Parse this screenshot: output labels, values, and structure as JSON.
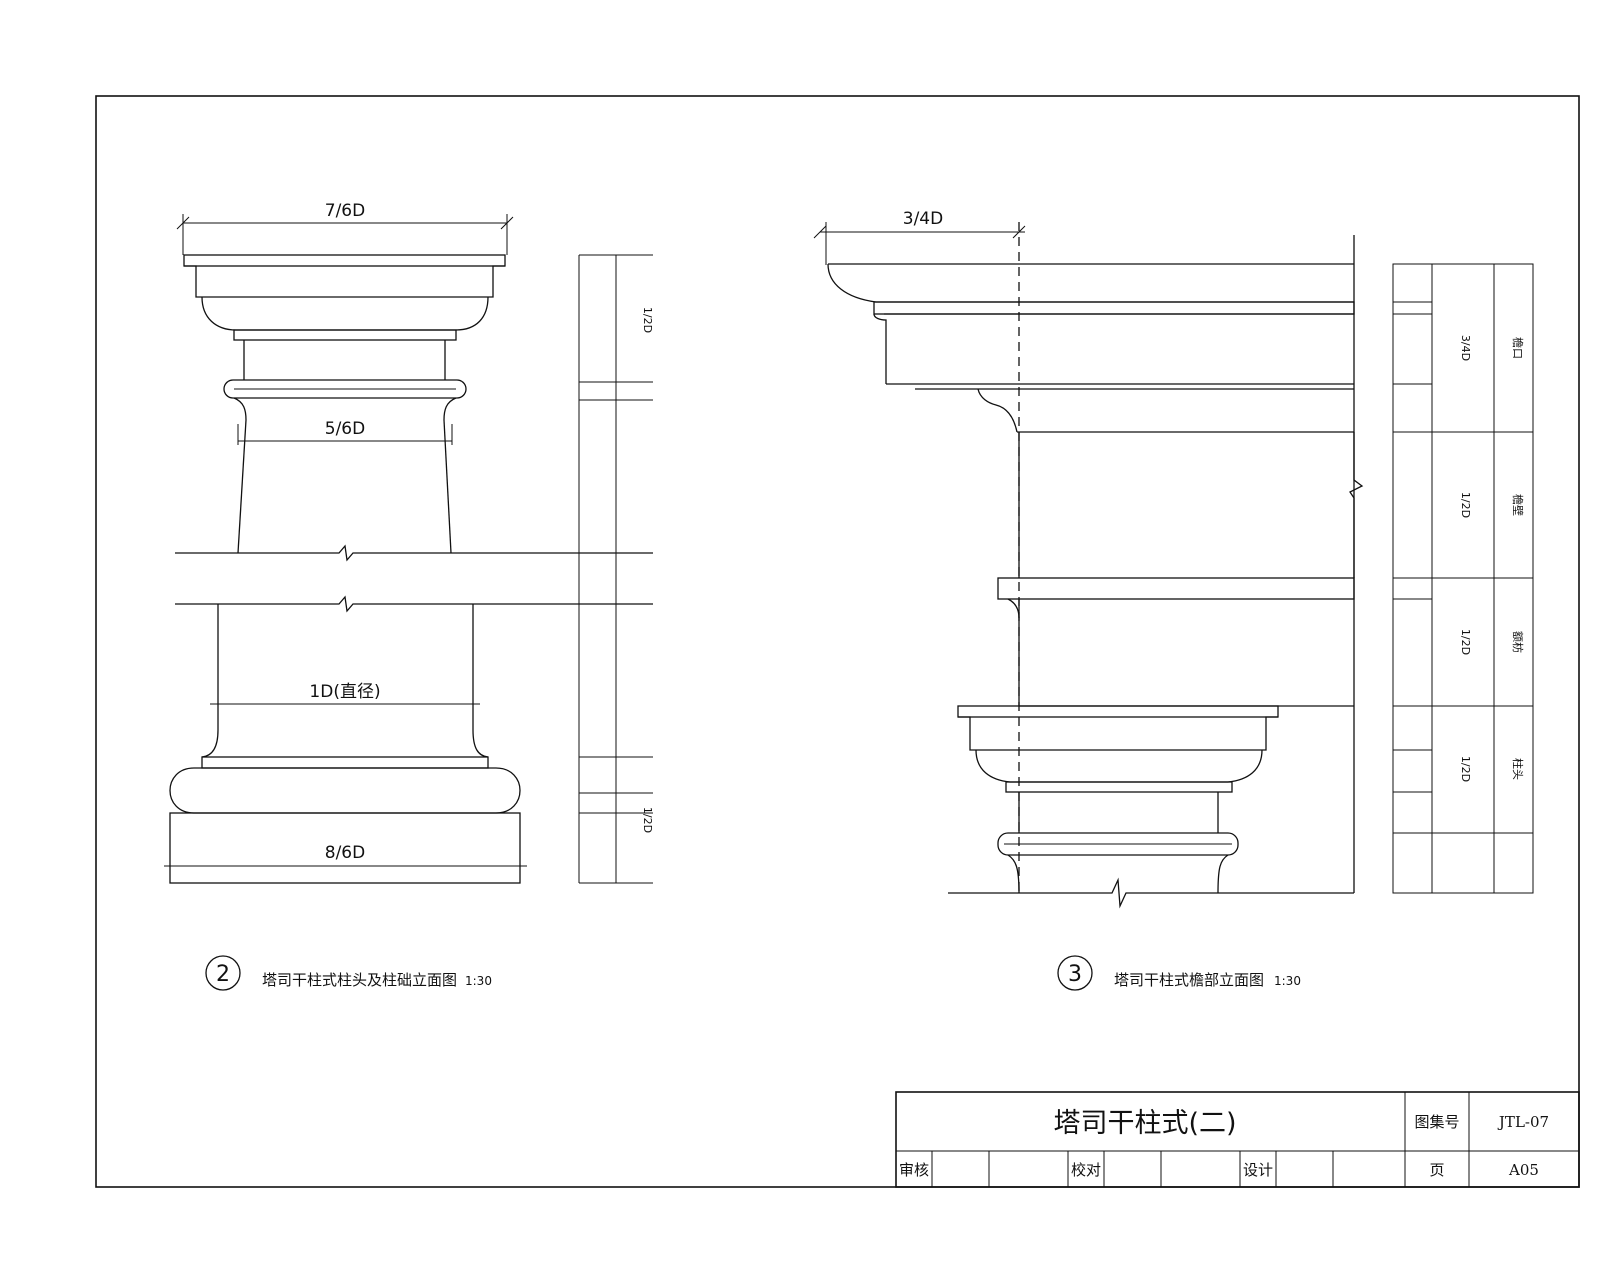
{
  "drawing_left": {
    "dim_top": "7/6D",
    "dim_neck": "5/6D",
    "dim_shaft": "1D(直径)",
    "dim_base": "8/6D",
    "side_labels": [
      "1/2D",
      "1/2D"
    ],
    "detail_number": "2",
    "caption": "塔司干柱式柱头及柱础立面图",
    "scale": "1:30"
  },
  "drawing_right": {
    "dim_top": "3/4D",
    "side_values": [
      "3/4D",
      "1/2D",
      "1/2D",
      "1/2D"
    ],
    "side_names": [
      "檐口",
      "檐壁",
      "额枋",
      "柱头"
    ],
    "detail_number": "3",
    "caption": "塔司干柱式檐部立面图",
    "scale": "1:30"
  },
  "title_block": {
    "title": "塔司干柱式(二)",
    "atlas_label": "图集号",
    "atlas_value": "JTL-07",
    "review_label": "审核",
    "check_label": "校对",
    "design_label": "设计",
    "page_label": "页",
    "page_value": "A05"
  }
}
